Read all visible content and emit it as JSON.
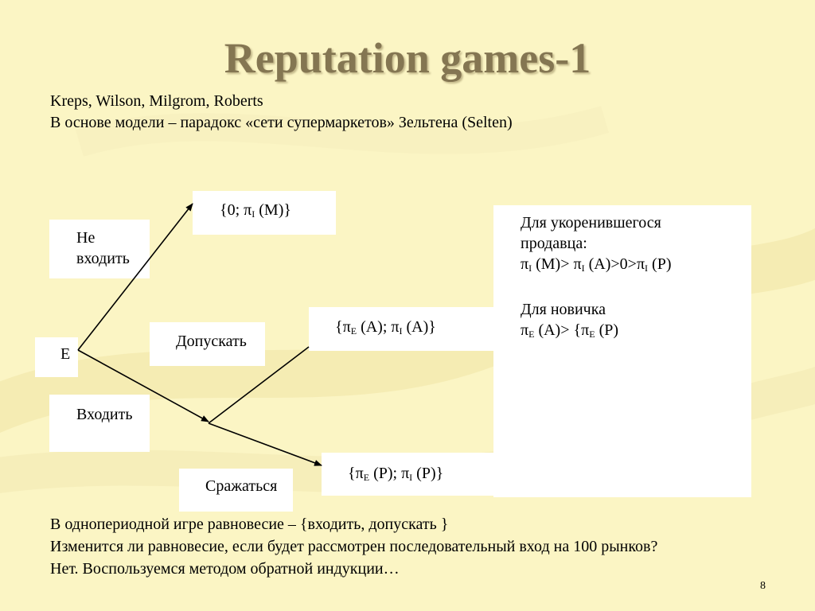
{
  "slide": {
    "title": "Reputation games-1",
    "page_number": "8",
    "colors": {
      "background": "#fbf5c4",
      "title": "#847652",
      "box": "#ffffff"
    }
  },
  "intro": {
    "authors": "Kreps, Wilson, Milgrom, Roberts",
    "basis": "В основе модели – парадокс «сети супермаркетов» Зельтена (Selten)"
  },
  "tree": {
    "root": "E",
    "actions": {
      "stay_out": "Не входить",
      "enter": "Входить",
      "accommodate": "Допускать",
      "fight": "Сражаться"
    },
    "payoffs": {
      "out": {
        "open": "{0; ",
        "pi_i": "π",
        "sub_i": "I",
        "rest": " (M)}"
      },
      "accommodate": {
        "open": "{",
        "pi_e": "π",
        "sub_e": "E",
        "mid": " (A); ",
        "pi_i": "π",
        "sub_i": "I",
        "rest": " (A)}"
      },
      "fight": {
        "open": "{",
        "pi_e": "π",
        "sub_e": "E",
        "mid": " (P); ",
        "pi_i": "π",
        "sub_i": "I",
        "rest": " (P)}"
      }
    }
  },
  "info_box": {
    "incumbent_line1": "Для укоренившегося",
    "incumbent_line2": "продавца:",
    "ineq1": {
      "pi1": "π",
      "s1": "I",
      "t1": " (M)> ",
      "pi2": "π",
      "s2": "I",
      "t2": " (A)>0>",
      "pi3": "π",
      "s3": "I",
      "t3": " (P)"
    },
    "newcomer": "Для новичка",
    "ineq2": {
      "pi1": "π",
      "s1": "E",
      "t1": " (A)> {",
      "pi2": "π",
      "s2": "E",
      "t2": " (P)"
    }
  },
  "footer": {
    "line1": "В однопериодной игре равновесие – {входить, допускать }",
    "line2": "Изменится ли равновесие, если будет рассмотрен последовательный вход на 100 рынков?",
    "line3": "Нет. Воспользуемся методом обратной индукции…"
  }
}
